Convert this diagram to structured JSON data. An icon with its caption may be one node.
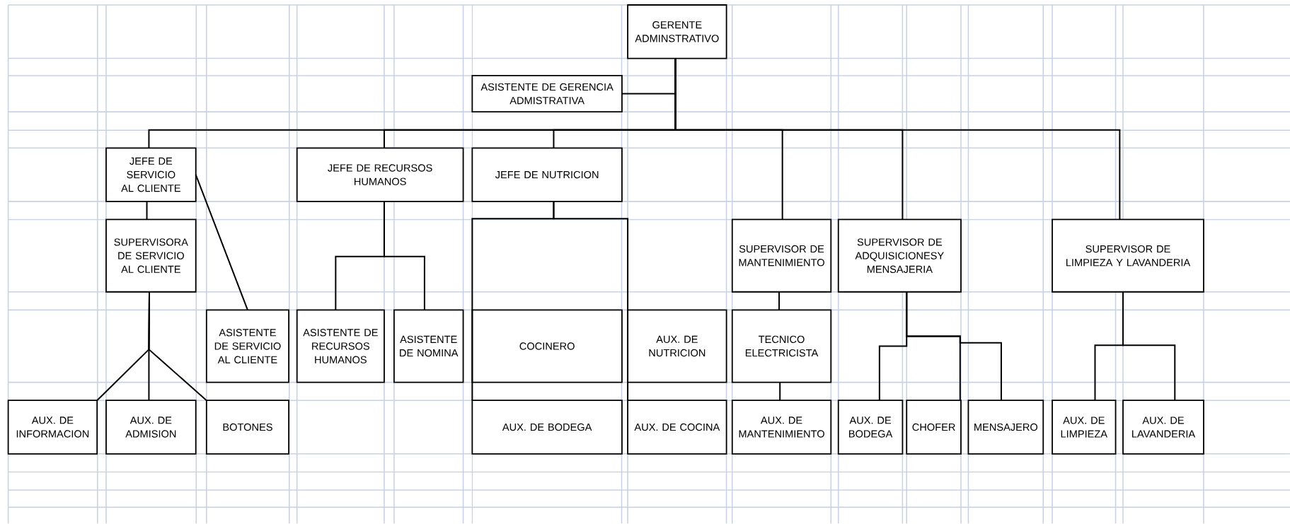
{
  "diagram": {
    "nodes": [
      {
        "text": [
          "GERENTE ADMINSTRATIVO"
        ]
      },
      {
        "text": [
          "ASISTENTE DE GERENCIA ADMISTRATIVA"
        ]
      },
      {
        "text": [
          "JEFE DE SERVICIO AL CLIENTE"
        ]
      },
      {
        "text": [
          "JEFE DE RECURSOS HUMANOS"
        ]
      },
      {
        "text": [
          "JEFE DE NUTRICION"
        ]
      },
      {
        "text": [
          "SUPERVISORA DE SERVICIO AL CLIENTE"
        ]
      },
      {
        "text": [
          "SUPERVISOR DE MANTENIMIENTO"
        ]
      },
      {
        "text": [
          "SUPERVISOR DE ADQUISICIONESY MENSAJERIA"
        ]
      },
      {
        "text": [
          "SUPERVISOR DE LIMPIEZA Y LAVANDERIA"
        ]
      },
      {
        "text": [
          "ASISTENTE DE SERVICIO AL CLIENTE"
        ]
      },
      {
        "text": [
          "ASISTENTE DE RECURSOS HUMANOS"
        ]
      },
      {
        "text": [
          "ASISTENTE DE NOMINA"
        ]
      },
      {
        "text": [
          "COCINERO"
        ]
      },
      {
        "text": [
          "AUX. DE NUTRICION"
        ]
      },
      {
        "text": [
          "TECNICO ELECTRICISTA"
        ]
      },
      {
        "text": [
          "AUX. DE INFORMACION"
        ]
      },
      {
        "text": [
          "AUX. DE ADMISION"
        ]
      },
      {
        "text": [
          "BOTONES"
        ]
      },
      {
        "text": [
          "AUX. DE BODEGA"
        ]
      },
      {
        "text": [
          "AUX. DE COCINA"
        ]
      },
      {
        "text": [
          "AUX. DE MANTENIMIENTO"
        ]
      },
      {
        "text": [
          "AUX. DE BODEGA"
        ]
      },
      {
        "text": [
          "CHOFER"
        ]
      },
      {
        "text": [
          "MENSAJERO"
        ]
      },
      {
        "text": [
          "AUX. DE LIMPIEZA"
        ]
      },
      {
        "text": [
          "AUX. DE LAVANDERIA"
        ]
      }
    ],
    "edges": [
      {
        "from": 0,
        "to": 1,
        "arrow": "none"
      },
      {
        "from": 0,
        "to": 2,
        "arrow": "none"
      },
      {
        "from": 0,
        "to": 3,
        "arrow": "none"
      },
      {
        "from": 0,
        "to": 4,
        "arrow": "none"
      },
      {
        "from": 0,
        "to": 6,
        "arrow": "none"
      },
      {
        "from": 0,
        "to": 7,
        "arrow": "none"
      },
      {
        "from": 0,
        "to": 8,
        "arrow": "none"
      },
      {
        "from": 2,
        "to": 5,
        "arrow": "none"
      },
      {
        "from": 2,
        "to": 9,
        "arrow": "none"
      },
      {
        "from": 3,
        "to": 10,
        "arrow": "none"
      },
      {
        "from": 3,
        "to": 11,
        "arrow": "none"
      },
      {
        "from": 4,
        "to": 18,
        "arrow": "none"
      },
      {
        "from": 4,
        "to": 19,
        "arrow": "none"
      },
      {
        "from": 5,
        "to": 15,
        "arrow": "none"
      },
      {
        "from": 5,
        "to": 16,
        "arrow": "none"
      },
      {
        "from": 5,
        "to": 17,
        "arrow": "none"
      },
      {
        "from": 6,
        "to": 14,
        "arrow": "none"
      },
      {
        "from": 14,
        "to": 20,
        "arrow": "none"
      },
      {
        "from": 7,
        "to": 21,
        "arrow": "none"
      },
      {
        "from": 7,
        "to": 22,
        "arrow": "none"
      },
      {
        "from": 7,
        "to": 23,
        "arrow": "none"
      },
      {
        "from": 8,
        "to": 24,
        "arrow": "none"
      },
      {
        "from": 8,
        "to": 25,
        "arrow": "none"
      }
    ]
  }
}
